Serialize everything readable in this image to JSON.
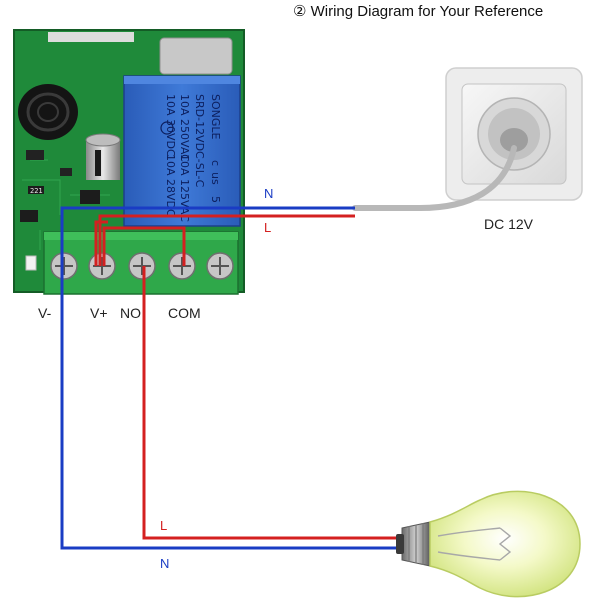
{
  "title": "② Wiring Diagram for Your Reference",
  "terminals": {
    "v_minus": "V-",
    "v_plus": "V+",
    "no": "NO",
    "com": "COM"
  },
  "power_source": {
    "label": "DC 12V"
  },
  "wires": {
    "source_n": "N",
    "source_l": "L",
    "lamp_l": "L",
    "lamp_n": "N"
  },
  "relay": {
    "brand": "SONGLE",
    "model": "SRD-12VDC-SL-C",
    "rating_1": "10A 250VAC",
    "rating_2": "10A 30VDC",
    "rating_3": "10A 125VAC",
    "rating_4": "10A 28VDC",
    "pin_mark": "5",
    "cert_1": "c",
    "cert_2": "us"
  },
  "pcb": {
    "component_mark": "221"
  },
  "colors": {
    "pcb_green": "#1f8a3a",
    "relay_blue": "#2f66c8",
    "terminal_green": "#2fa84a",
    "wire_neutral": "#1a3cc4",
    "wire_live": "#d42020",
    "cable_gray": "#b8b8b8",
    "bulb_glass": "#eaf4a8"
  }
}
